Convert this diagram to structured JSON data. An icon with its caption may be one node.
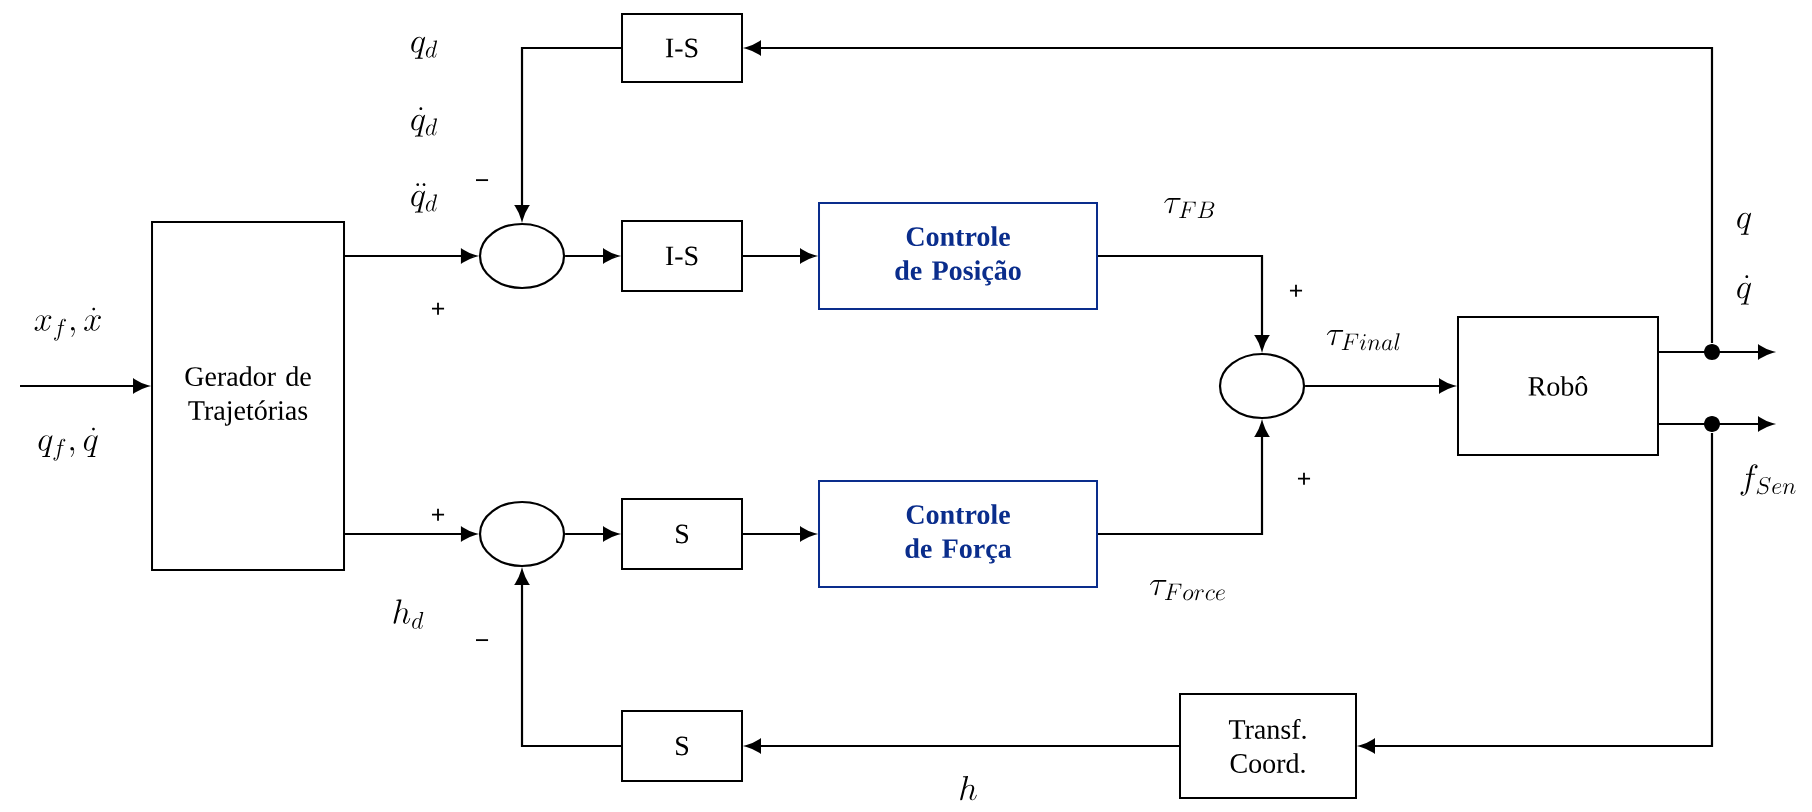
{
  "diagram": {
    "nodes": [
      {
        "text": [
          "Gerador de Trajetórias"
        ]
      },
      {
        "text": [],
        "shape": "circle"
      },
      {
        "text": [
          "I-S"
        ]
      },
      {
        "text": [
          "I-S"
        ]
      },
      {
        "text": [
          "Controle de Posição"
        ]
      },
      {
        "text": [],
        "shape": "circle"
      },
      {
        "text": [
          "Robô"
        ]
      },
      {
        "text": [],
        "shape": "circle"
      },
      {
        "text": [
          "S"
        ]
      },
      {
        "text": [
          "Controle de Força"
        ]
      },
      {
        "text": [
          "S"
        ]
      },
      {
        "text": [
          "Transf. Coord."
        ]
      },
      {
        "text": [],
        "shape": "dot"
      },
      {
        "text": [],
        "shape": "dot"
      }
    ],
    "edges": [
      {
        "from": null,
        "to": 0,
        "arrow": "to"
      },
      {
        "from": 0,
        "to": 1,
        "arrow": "to"
      },
      {
        "from": 1,
        "to": 3,
        "arrow": "to"
      },
      {
        "from": 3,
        "to": 4,
        "arrow": "to"
      },
      {
        "from": 4,
        "to": 5,
        "arrow": "to"
      },
      {
        "from": 0,
        "to": 7,
        "arrow": "to"
      },
      {
        "from": 7,
        "to": 8,
        "arrow": "to"
      },
      {
        "from": 8,
        "to": 9,
        "arrow": "to"
      },
      {
        "from": 9,
        "to": 5,
        "arrow": "to"
      },
      {
        "from": 5,
        "to": 6,
        "arrow": "to"
      },
      {
        "from": 6,
        "to": 12,
        "arrow": "none"
      },
      {
        "from": 12,
        "to": null,
        "arrow": "to"
      },
      {
        "from": 6,
        "to": 13,
        "arrow": "none"
      },
      {
        "from": 13,
        "to": null,
        "arrow": "to"
      },
      {
        "from": 12,
        "to": 2,
        "arrow": "to"
      },
      {
        "from": 2,
        "to": 1,
        "arrow": "to"
      },
      {
        "from": 13,
        "to": 11,
        "arrow": "to"
      },
      {
        "from": 11,
        "to": 10,
        "arrow": "to"
      },
      {
        "from": 10,
        "to": 7,
        "arrow": "to"
      }
    ],
    "labels": [
      "q_d",
      "\\dot{q}_d",
      "−",
      "\\ddot{q}_d",
      "\\tau_{FB}",
      "q",
      "+",
      "+",
      "\\dot{q}",
      "\\tau_{Final}",
      "x_f, \\dot{x}",
      "q_f, \\dot{q}",
      "f_{Sen}",
      "+",
      "+",
      "h_d",
      "\\tau_{Force}",
      "−",
      "h"
    ]
  }
}
